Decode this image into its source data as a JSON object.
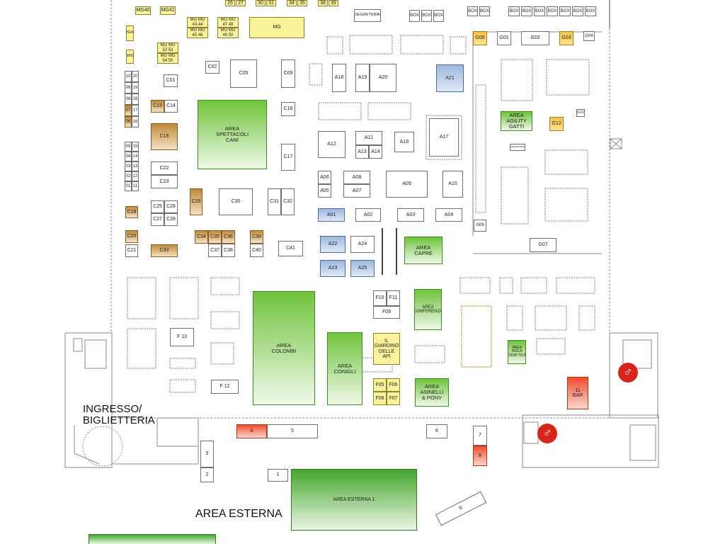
{
  "stands": {
    "n26": "26",
    "n27": "27",
    "n30": "30",
    "n31": "31",
    "n34": "34",
    "n35": "35",
    "n38": "38",
    "n39": "39",
    "mg40": "MG40",
    "mg41": "MG41",
    "mg42": "MG42",
    "gms1": "GMS1",
    "mg43_44": "MG MG\n43 44",
    "mg45_46": "MG MG\n45 46",
    "mg47_48": "MG MG\n47 48",
    "mg49_50": "MG MG\n49 50",
    "mg52_53": "MG MG\n52 53",
    "mg54_55": "MG MG\n54 55",
    "mg": "MG",
    "segreteria": "SEGRETERIA",
    "box": "BOX",
    "c01": "C01",
    "c02": "C02",
    "c05": "C05",
    "c09": "C09",
    "c13": "C13",
    "c14": "C14",
    "c16": "C16",
    "c17": "C17",
    "c19": "C19",
    "c22": "C22",
    "c23": "C23",
    "c25": "C25",
    "c26": "C26",
    "c27": "C27",
    "c28": "C28",
    "c29": "C29",
    "c30": "C30",
    "c31": "C31",
    "c32": "C32",
    "c18": "C18",
    "c20": "C20",
    "c21": "C21",
    "c33": "C33",
    "c34": "C34",
    "c35": "C35",
    "c36": "C36",
    "c37": "C37",
    "c38": "C38",
    "c39": "C39",
    "c40": "C40",
    "c41": "C41",
    "n06": "06",
    "n07": "07",
    "n08": "08",
    "n09": "09",
    "n10": "10",
    "n16": "16",
    "n17": "17",
    "n18": "18",
    "n19": "19",
    "n20": "20",
    "n01": "01",
    "n02": "02",
    "n03": "03",
    "n04": "04",
    "n05": "05",
    "n11": "11",
    "n12": "12",
    "n13": "13",
    "n14": "14",
    "n15": "15",
    "area_spettacoli": "AREA\nSPETTACOLI\nCANI",
    "a18": "A18",
    "a19": "A19",
    "a20": "A20",
    "a21": "A21",
    "a12": "A12",
    "a11": "A11",
    "a13": "A13",
    "a14": "A14",
    "a16": "A16",
    "a17": "A17",
    "a06": "A06",
    "a05": "A05",
    "a08": "A08",
    "a07": "A07",
    "a09": "A09",
    "a10": "A10",
    "a01": "A01",
    "a02": "A02",
    "a03": "A03",
    "a04": "A04",
    "a22": "A22",
    "a24": "A24",
    "a23": "A23",
    "a25": "A25",
    "area_capre": "AREA\nCAPRE",
    "g06": "G06",
    "g01": "G01",
    "g02": "G02",
    "g03": "G03",
    "g04": "G04",
    "g11": "G11",
    "g12": "G12",
    "g09": "G09",
    "g07": "G07",
    "area_agility": "AREA\nAGILITY\nGATTI",
    "segreteria_small": "SEGRETERIA",
    "f13": "F 13",
    "f12": "F 12",
    "f10": "F10",
    "f11": "F11",
    "f09": "F09",
    "f05": "F05",
    "f06": "F06",
    "f08": "F08",
    "f07": "F07",
    "area_colombi": "AREA\nCOLOMBI",
    "area_conigli": "AREA\nCONIGLI",
    "giardino": "IL\nGIARDINO\nDELLE\nAPI",
    "area_conferenza": "AREA\nCONFERENZA",
    "area_asinelli": "AREA\nASINELLI\n& PONY",
    "area_isola": "AREA\nISOLA\nDIDATTICA",
    "bar": "11\nBAR",
    "n1": "1",
    "n3": "3",
    "n2": "2",
    "n4": "4",
    "n5": "5",
    "n6": "6",
    "n7": "7",
    "n8": "8",
    "n9": "9",
    "area_esterna_1": "AREA ESTERNA 1"
  },
  "labels": {
    "ingresso": "INGRESSO/\nBIGLIETTERIA",
    "area_esterna": "AREA ESTERNA"
  },
  "icons": {
    "wc": "accessible-restroom-icon"
  },
  "colors": {
    "green": "#6fc33b",
    "brown": "#c08a3c",
    "blue": "#9db7dd",
    "yellow": "#fbf39a",
    "red": "#f04c2c"
  }
}
